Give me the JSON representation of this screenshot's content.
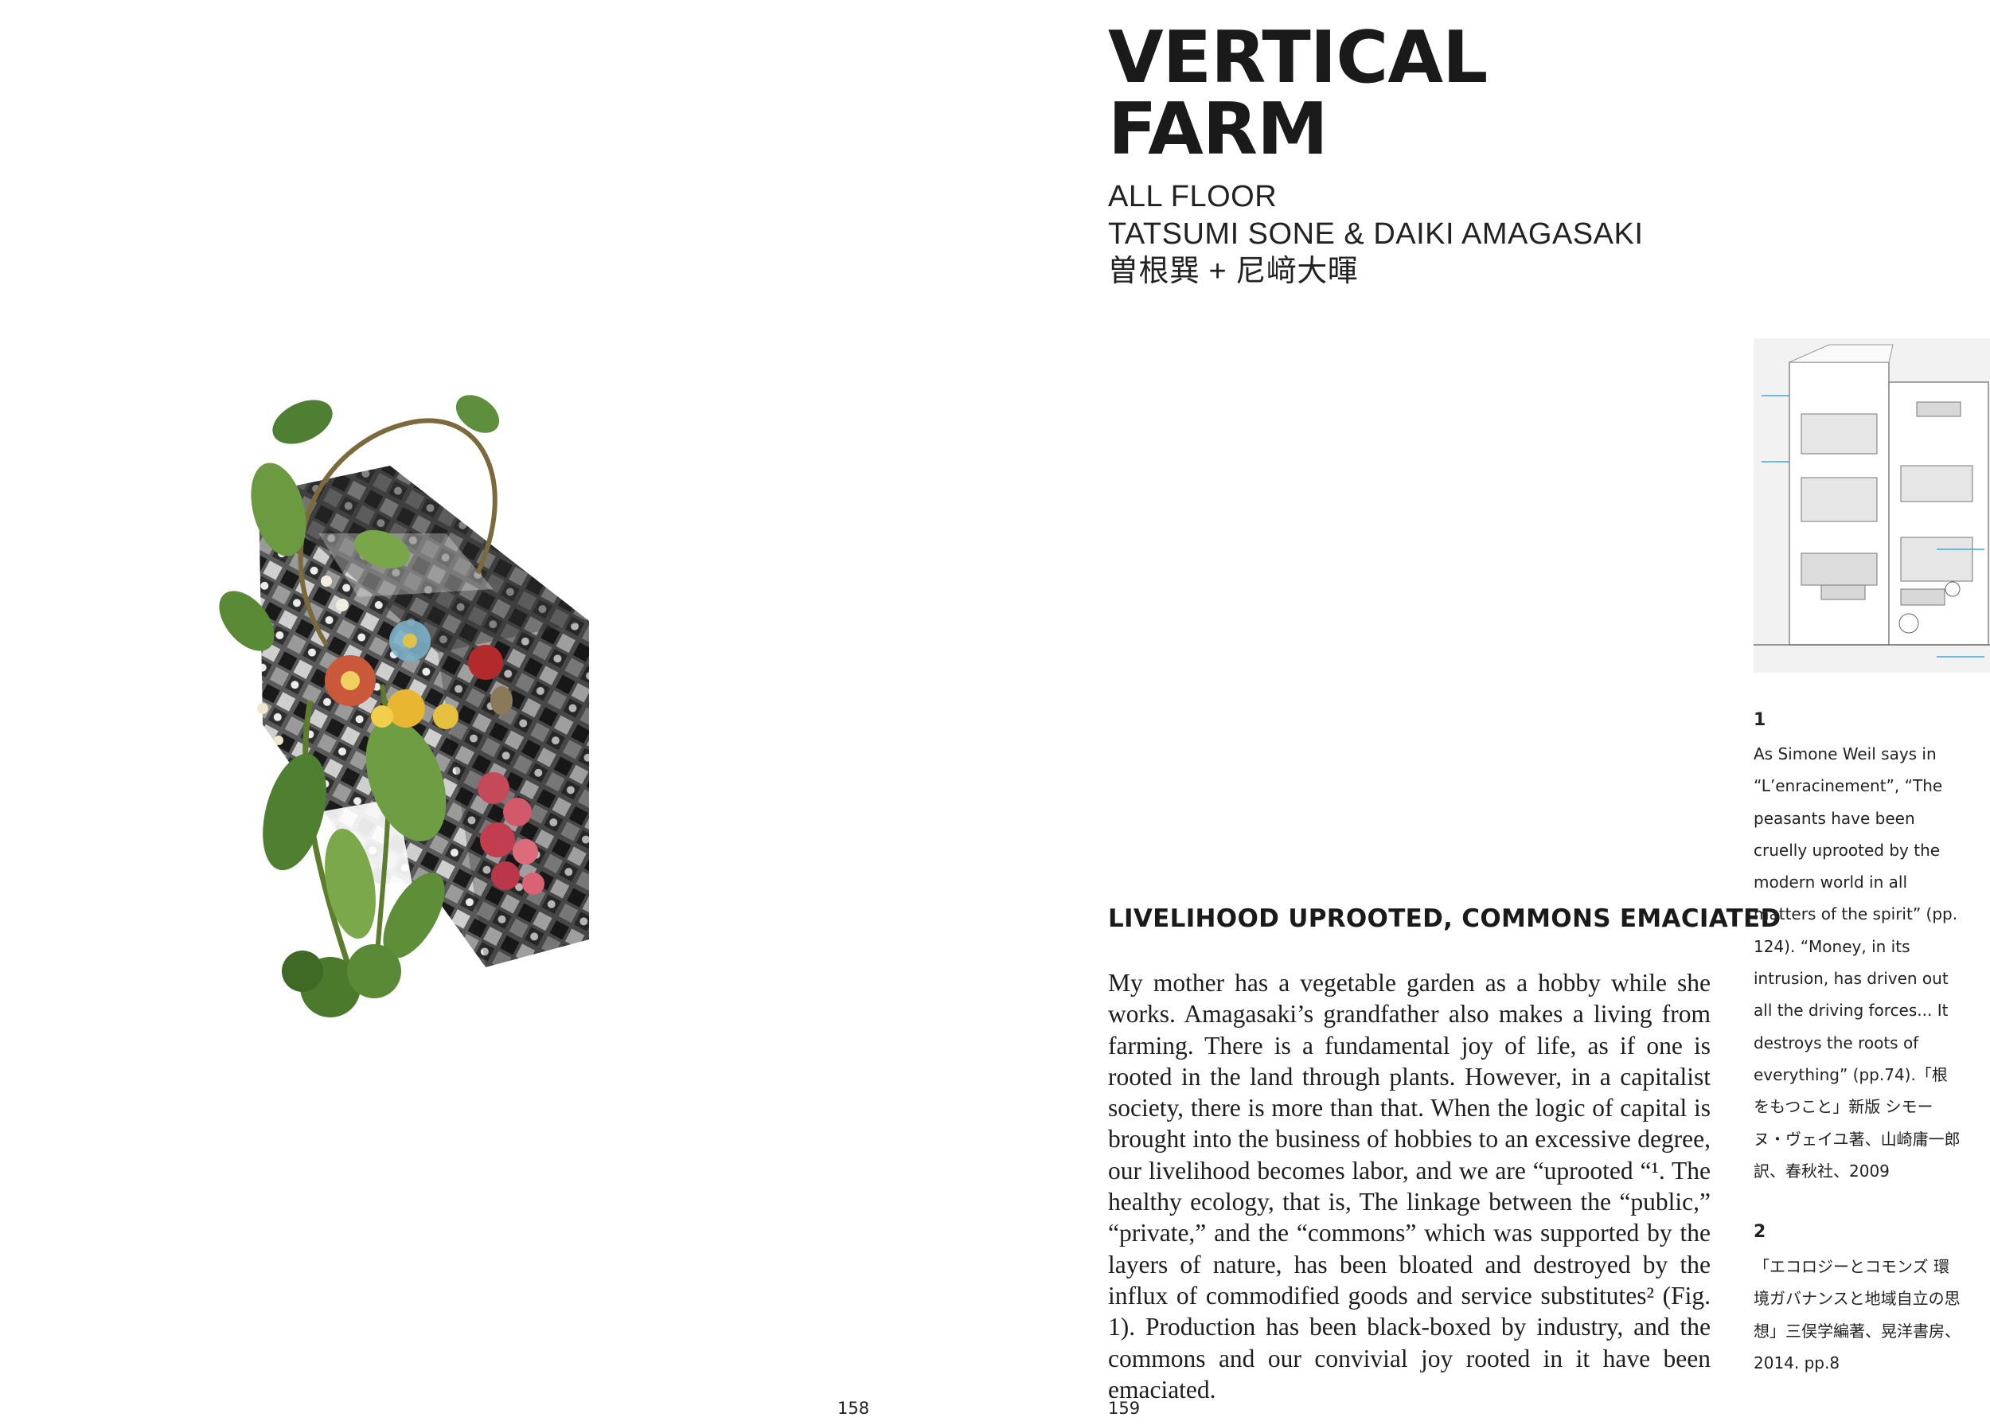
{
  "left_page": {
    "folio": "158"
  },
  "right_page": {
    "folio": "159",
    "title_line1": "VERTICAL",
    "title_line2": "FARM",
    "subtitle": "ALL FLOOR",
    "authors": "TATSUMI SONE & DAIKI AMAGASAKI",
    "authors_jp": "曽根巽 + 尼﨑大暉",
    "section_heading": "LIVELIHOOD UPROOTED, COMMONS EMACIATED",
    "body": "My mother has a vegetable garden as a hobby while she works. Amagasaki’s grandfather also makes a living from farming. There is a fundamental joy of life, as if one is rooted in the land through plants. However, in a capitalist society, there is more than that. When the logic of capital is brought into the business of hobbies to an excessive degree, our livelihood becomes labor, and we are “uprooted “¹. The healthy ecology, that is, The linkage between the “public,” “private,” and the “commons” which was supported by the layers of nature, has been bloated and destroyed by the influx of commodified goods and service substitutes² (Fig. 1). Production has been black-boxed by industry, and the commons and our convivial joy rooted in it have been emaciated.",
    "notes": [
      {
        "number": "1",
        "text": "As Simone Weil says in “L’enracinement”, “The peasants have been cruelly uprooted by the modern world in all matters of the spirit” (pp. 124). “Money, in its intrusion, has driven out all the driving forces... It destroys the roots of everything” (pp.74).「根をもつこと」新版 シモーヌ・ヴェイユ著、山崎庸一郎訳、春秋社、2009"
      },
      {
        "number": "2",
        "text": "「エコロジーとコモンズ 環境ガバナンスと地域自立の思想」三俣学編著、晃洋書房、2014. pp.8"
      }
    ]
  }
}
